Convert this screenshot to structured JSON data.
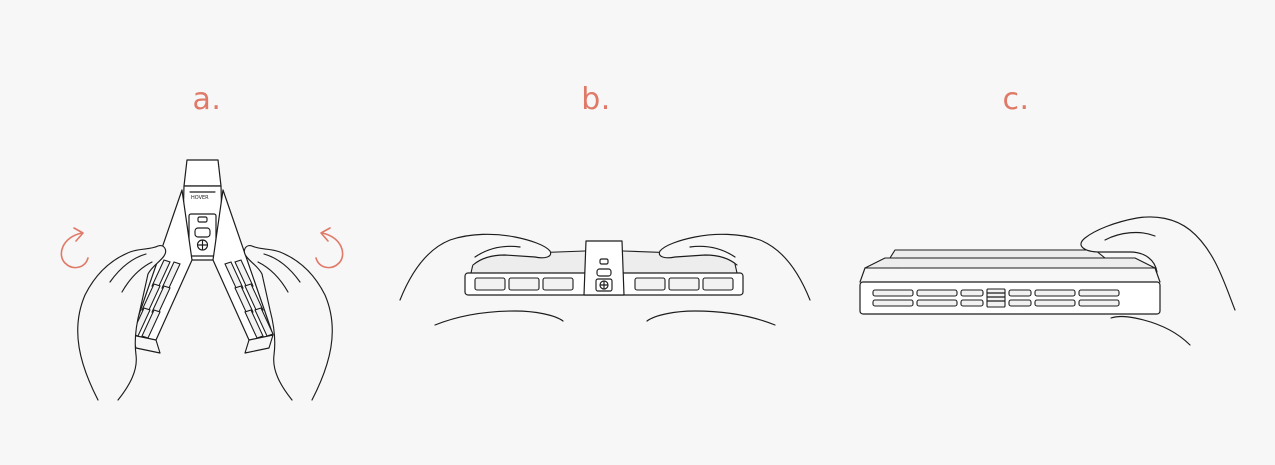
{
  "steps": [
    {
      "label": "a."
    },
    {
      "label": "b."
    },
    {
      "label": "c."
    }
  ],
  "device": {
    "logo_text": "HOVER"
  },
  "colors": {
    "accent": "#e07a68",
    "background": "#f7f7f7",
    "line": "#1d1d1d"
  },
  "icons": [
    "rotate-clockwise-arrow-icon",
    "rotate-counterclockwise-arrow-icon"
  ]
}
